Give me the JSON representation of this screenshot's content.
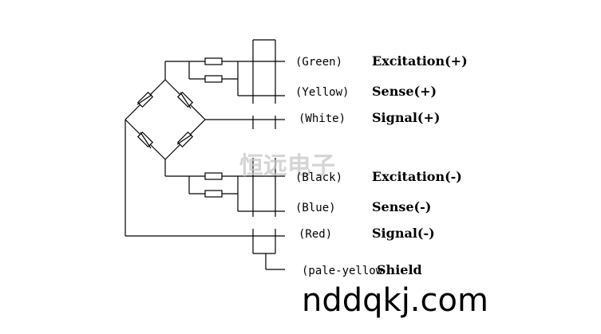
{
  "wires": [
    {
      "color": "(Green)",
      "signal": "Excitation(+)"
    },
    {
      "color": "(Yellow)",
      "signal": "Sense(+)"
    },
    {
      "color": "(White)",
      "signal": "Signal(+)"
    },
    {
      "color": "(Black)",
      "signal": "Excitation(-)"
    },
    {
      "color": "(Blue)",
      "signal": "Sense(-)"
    },
    {
      "color": "(Red)",
      "signal": "Signal(-)"
    },
    {
      "color": "(pale-yellow",
      "signal": "Shield"
    }
  ],
  "watermark": "恒远电子",
  "site": "nddqkj.com"
}
